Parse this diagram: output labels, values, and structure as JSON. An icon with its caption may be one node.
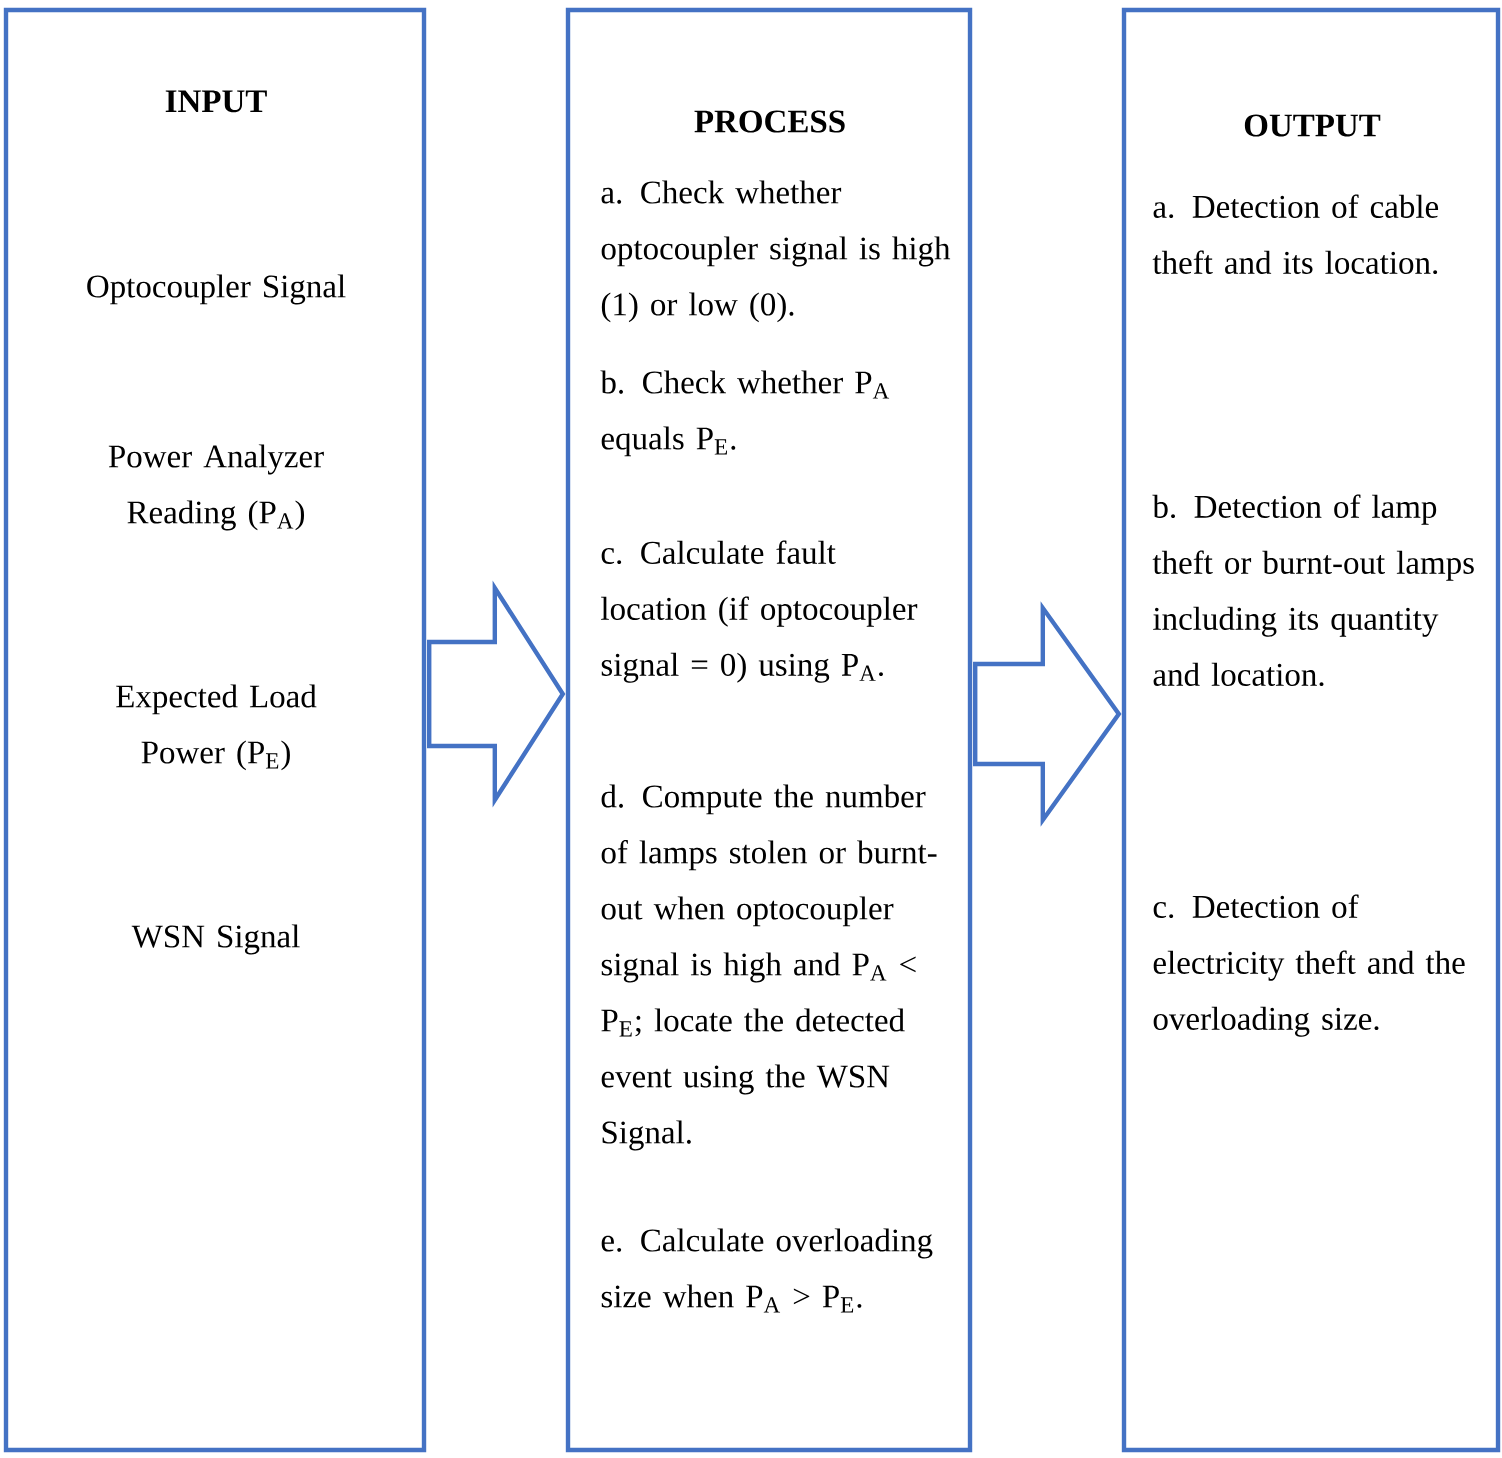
{
  "diagram": {
    "nodes": [
      {
        "text": [
          "INPUT",
          "Optocoupler Signal",
          "Power Analyzer Reading (P$_{A}$)",
          "Expected Load Power (P$_{E}$)",
          "WSN Signal"
        ]
      },
      {
        "text": [
          "PROCESS",
          "a. Check whether optocoupler signal is high (1) or low (0).",
          "b. Check whether P$_{A}$ equals P$_{E}$.",
          "c. Calculate fault location (if optocoupler signal = 0) using P$_{A}$.",
          "d. Compute the number of lamps stolen or burnt-out when optocoupler signal is high and P$_{A}$ < P$_{E}$; locate the detected event using the WSN Signal.",
          "e. Calculate overloading size when P$_{A}$ > P$_{E}$."
        ]
      },
      {
        "text": [
          "OUTPUT",
          "a. Detection of cable theft and its location.",
          "b. Detection of lamp theft or burnt-out lamps including its quantity and location.",
          "c. Detection of electricity theft and the overloading size."
        ]
      }
    ],
    "edges": [
      {
        "from": 0,
        "to": 1,
        "arrow": "to"
      },
      {
        "from": 1,
        "to": 2,
        "arrow": "to"
      }
    ]
  }
}
